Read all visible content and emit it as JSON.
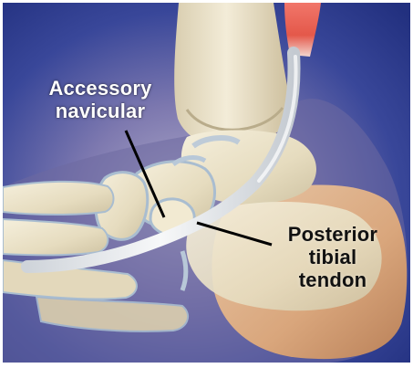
{
  "labels": {
    "accessory_navicular": {
      "line1": "Accessory",
      "line2": "navicular"
    },
    "posterior_tibial_tendon": {
      "line1": "Posterior",
      "line2": "tibial",
      "line3": "tendon"
    }
  },
  "colors": {
    "background": "#2a3a8c",
    "frame_border": "#ffffff",
    "bone": "#efe7cf",
    "cartilage": "#b8c8d8",
    "tendon": "#e9ecef",
    "muscle": "#e4584a",
    "heel_skin": "#d9a67c",
    "pointer_line": "#000000",
    "label_light": "#ffffff",
    "label_dark": "#111111"
  }
}
